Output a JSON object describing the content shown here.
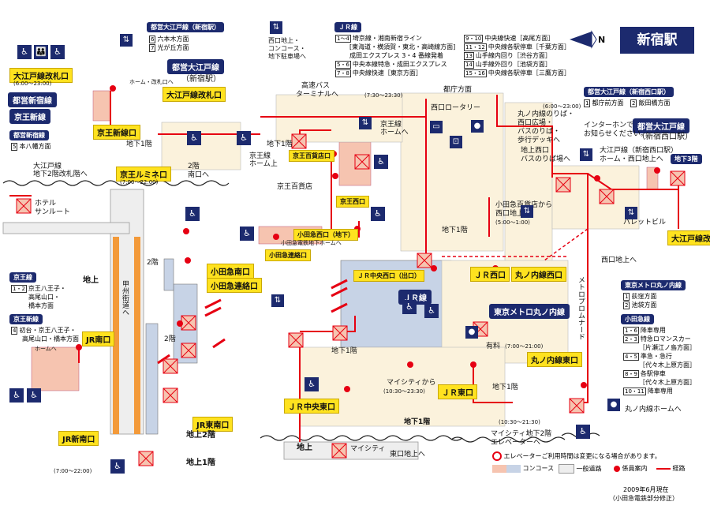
{
  "title": "新宿駅",
  "compass_label": "N",
  "colors": {
    "navy": "#1c2a6e",
    "concourse_pink": "#f6c4b0",
    "concourse_blue": "#c7d3e6",
    "street": "#eeeeee",
    "route_red": "#e60012",
    "jr_yellow": "#ffe21f",
    "elevator_red": "#e60012"
  },
  "headers": {
    "oedo_shinjuku": "都営大江戸線（新宿駅）",
    "jr": "ＪＲ線",
    "oedo_nishi": "都営大江戸線（新宿西口駅）",
    "shinjuku_line": "都営新宿線",
    "keio": "京王線",
    "keio_new": "京王新線",
    "metro_marunouchi": "東京メトロ丸ノ内線",
    "odakyu": "小田急線"
  },
  "oedo_shinjuku_lines": [
    {
      "num": "6",
      "text": "六本木方面"
    },
    {
      "num": "7",
      "text": "光が丘方面"
    }
  ],
  "jr_left": [
    {
      "num": "1～4",
      "text": "埼京線・湘南新宿ライン"
    },
    {
      "num": "",
      "text": "[東海道・横須賀・東北・高崎線方面]"
    },
    {
      "num": "",
      "text": "成田エクスプレス 3・4 番線発着"
    },
    {
      "num": "5・6",
      "text": "中央本線特急・成田エクスプレス"
    },
    {
      "num": "7・8",
      "text": "中央線快速［東京方面］"
    }
  ],
  "jr_right": [
    {
      "num": "9・10",
      "text": "中央線快速［高尾方面］"
    },
    {
      "num": "11・12",
      "text": "中央線各駅停車［千葉方面］"
    },
    {
      "num": "13",
      "text": "山手線内回り［渋谷方面］"
    },
    {
      "num": "14",
      "text": "山手線外回り［池袋方面］"
    },
    {
      "num": "15・16",
      "text": "中央線各駅停車［三鷹方面］"
    }
  ],
  "oedo_nishi_lines": [
    {
      "num": "1",
      "text": "都庁前方面"
    },
    {
      "num": "2",
      "text": "飯田橋方面"
    }
  ],
  "shinjuku_line_lines": [
    {
      "num": "5",
      "text": "本八幡方面"
    }
  ],
  "keio_lines": [
    {
      "num": "1・2",
      "text": "京王八王子・"
    },
    {
      "num": "",
      "text": "高尾山口・"
    },
    {
      "num": "",
      "text": "橋本方面"
    }
  ],
  "keio_new_lines": [
    {
      "num": "4",
      "text": "初台・京王八王子・"
    },
    {
      "num": "",
      "text": "高尾山口・橋本方面"
    }
  ],
  "metro_lines": [
    {
      "num": "1",
      "text": "荻窪方面"
    },
    {
      "num": "2",
      "text": "池袋方面"
    }
  ],
  "odakyu_lines": [
    {
      "num": "1・6",
      "text": "降車専用"
    },
    {
      "num": "2・3",
      "text": "特急ロマンスカー"
    },
    {
      "num": "",
      "text": "［片瀬江ノ島方面］"
    },
    {
      "num": "4・5",
      "text": "準急・急行"
    },
    {
      "num": "",
      "text": "［代々木上原方面］"
    },
    {
      "num": "8・9",
      "text": "各駅停車"
    },
    {
      "num": "",
      "text": "［代々木上原方面］"
    },
    {
      "num": "10・11",
      "text": "降車専用"
    }
  ],
  "exits": {
    "oedo_gate_left": "大江戸線改札口",
    "oedo_gate_left_hours": "(6:00～23:00)",
    "oedo_gate_top": "大江戸線改札口",
    "keio_new_gate": "京王新線口",
    "keio_mall": "京王ルミネ口",
    "keio_mall_hours": "(7:00～22:00)",
    "keio_dept": "京王百貨店口",
    "keio_west": "京王西口",
    "odakyu_west": "小田急西口（地下）",
    "odakyu_connect": "小田急連絡口",
    "odakyu_south": "小田急南口",
    "odakyu_connect2": "小田急連絡口",
    "jr_south": "JR南口",
    "jr_new_south": "JR新南口",
    "jr_southeast": "JR東南口",
    "jr_central_west": "ＪＲ中央西口（出口）",
    "jr_west": "ＪＲ西口",
    "jr_central_east": "ＪＲ中央東口",
    "jr_east": "ＪＲ東口",
    "marunouchi_west": "丸ノ内線西口",
    "marunouchi_east": "丸ノ内線東口",
    "oedo_right_gate": "大江戸線改札口"
  },
  "station_badges": {
    "toei_shinjuku_line": "都営新宿線",
    "keio_new": "京王新線",
    "oedo_top": "都営大江戸線",
    "oedo_top_sub": "（新宿駅）",
    "oedo_right": "都営大江戸線",
    "oedo_right_sub": "（新宿西口駅）",
    "jr_line": "ＪＲ線",
    "metro": "東京メトロ丸ノ内線"
  },
  "labels": {
    "oedo_transfer": "大江戸線",
    "oedo_transfer_sub": "地下2階改札階へ",
    "hotel": "ホテル",
    "hotel_sub": "サンルート",
    "west_exit_bus": "西口地上・",
    "west_exit_bus2": "コンコース・",
    "west_exit_bus3": "地下駐車場へ",
    "highway_bus": "高速バス",
    "highway_bus2": "ターミナルへ",
    "highway_hours": "(7:30～23:30)",
    "tocho": "都庁方面",
    "west_rotary": "西口ロータリー",
    "marunouchi_note1": "丸ノ内線のりば・",
    "marunouchi_note2": "西口広場・",
    "marunouchi_note3": "バスのりば・",
    "marunouchi_note4": "歩行デッキへ",
    "marunouchi_hours": "(6:00～23:00)",
    "intercom1": "インターホンで",
    "intercom2": "お知らせください。",
    "west_bus": "地上西口",
    "west_bus2": "バスのりば場へ",
    "b1": "地下1階",
    "b1_center": "地下1階",
    "b1_lower": "地下1階",
    "b1_lower2": "地下1階",
    "b1_right": "地下1階",
    "b1_mid": "地下1階",
    "f1": "1階",
    "f2": "2階",
    "f2b": "2階",
    "south_exit_to": "2階",
    "south_exit_to2": "南口へ",
    "odakyu_dept_note1": "小田急百貨店から",
    "odakyu_dept_note2": "西口地上へ",
    "odakyu_dept_hours": "(5:00～1:00)",
    "keio_dept_name": "京王百貨店",
    "b3": "地下3階",
    "ground": "地上",
    "ground2": "地上",
    "f2_ground": "地上2階",
    "f1_ground": "地上1階",
    "koshu": "甲州街道へ",
    "valet": "バレットビル",
    "west_ground": "西口地上へ",
    "metro_promenade": "メトロプロムナード",
    "mycity": "マイシティから",
    "mycity_hours": "(10:30～23:30)",
    "mycity2": "マイシティ地下2階",
    "mycity3": "エレベーターへ",
    "mycity_hours2": "(10:30～21:30)",
    "mycity_ground": "マイシティ",
    "east_ground": "東口地上へ",
    "marunouchi_home": "丸ノ内線ホームへ",
    "staff_hours": "(7:00～21:00)",
    "paid": "有料",
    "hours_bottom": "(7:00～22:00)",
    "connect_passage": "小田急電鉄地下ホームへ",
    "home_to": "ホームへ",
    "keio_home": "京王線",
    "keio_home2": "ホーム上",
    "keio_line_home": "京王線",
    "keio_line_home2": "ホームへ",
    "oedo_nishi_note": "大江戸線（新宿西口駅）",
    "oedo_nishi_note2": "ホーム・西口地上へ",
    "oedo_home": "ホーム・改札口へ",
    "jr_home": "ホームへ",
    "keio_home_to": "京王線",
    "keio_home_to2": "ホームへ"
  },
  "legend": {
    "elevator_note": "エレベーターご利用時間は変更になる場合があります。",
    "concourse": "コンコース",
    "street": "一般道路",
    "staff": "係員案内",
    "route": "経路"
  },
  "footer": {
    "date": "2009年6月現在",
    "credit": "（小田急電鉄部分修正）"
  },
  "icons": [
    "toilet-icon",
    "accessible-icon",
    "baby-icon",
    "elevator-icon",
    "escalator-icon",
    "taxi-icon",
    "bus-icon",
    "staff-icon"
  ]
}
